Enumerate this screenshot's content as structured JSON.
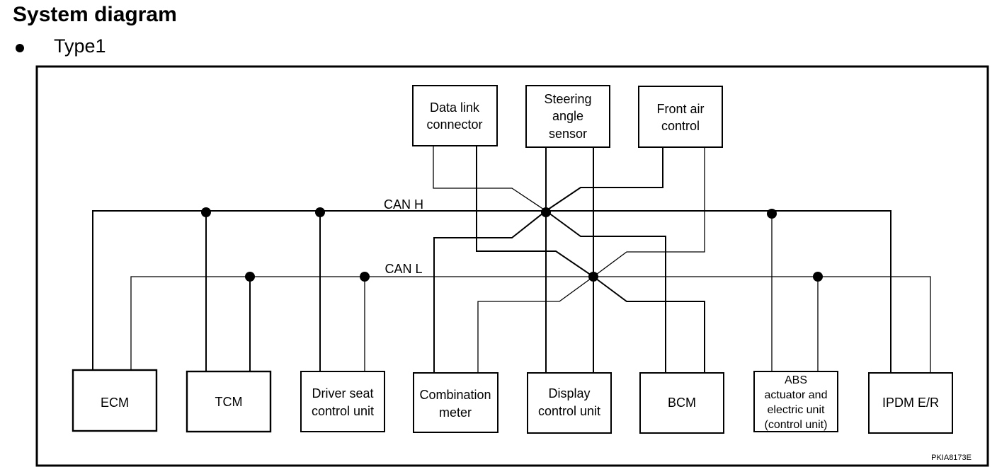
{
  "header": {
    "title": "System diagram",
    "subtitle": "Type1"
  },
  "bus": {
    "can_h": "CAN H",
    "can_l": "CAN L"
  },
  "units": {
    "data_link": [
      "Data link",
      "connector"
    ],
    "steering": [
      "Steering",
      "angle",
      "sensor"
    ],
    "front_air": [
      "Front air",
      "control"
    ],
    "ecm": [
      "ECM"
    ],
    "tcm": [
      "TCM"
    ],
    "driver_seat": [
      "Driver seat",
      "control unit"
    ],
    "combination": [
      "Combination",
      "meter"
    ],
    "display": [
      "Display",
      "control unit"
    ],
    "bcm": [
      "BCM"
    ],
    "abs": [
      "ABS",
      "actuator and",
      "electric unit",
      "(control unit)"
    ],
    "ipdm": [
      "IPDM E/R"
    ]
  },
  "figure_code": "PKIA8173E"
}
